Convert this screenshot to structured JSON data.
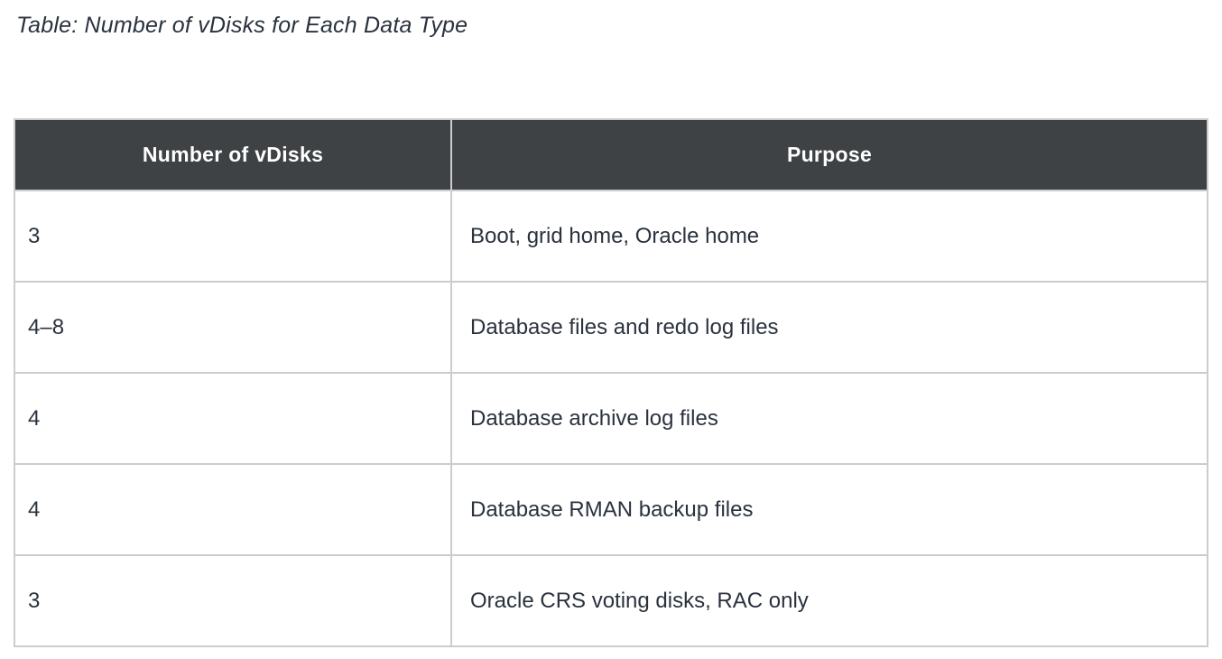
{
  "caption": "Table: Number of vDisks for Each Data Type",
  "table": {
    "columns": {
      "vdisks": "Number of vDisks",
      "purpose": "Purpose"
    },
    "rows": [
      {
        "vdisks": "3",
        "purpose": "Boot, grid home, Oracle home"
      },
      {
        "vdisks": "4–8",
        "purpose": "Database files and redo log files"
      },
      {
        "vdisks": "4",
        "purpose": "Database archive log files"
      },
      {
        "vdisks": "4",
        "purpose": "Database RMAN backup files"
      },
      {
        "vdisks": "3",
        "purpose": "Oracle CRS voting disks, RAC only"
      }
    ]
  },
  "colors": {
    "header_background": "#3e4245",
    "header_text": "#ffffff",
    "body_text": "#2a323e",
    "border": "#cccccc"
  }
}
